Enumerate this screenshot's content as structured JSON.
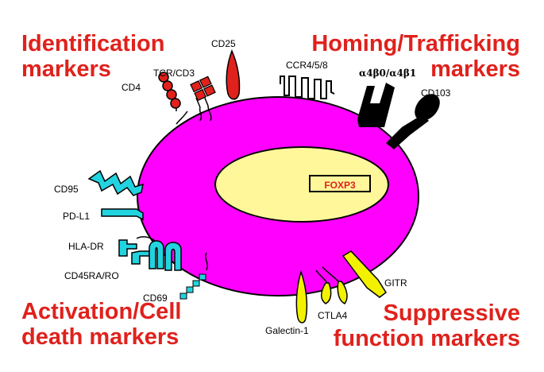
{
  "headings": {
    "identification": [
      "Identification",
      "markers"
    ],
    "homing": [
      "Homing/Trafficking",
      "markers"
    ],
    "activation": [
      "Activation/Cell",
      "death markers"
    ],
    "suppressive": [
      "Suppressive",
      "function markers"
    ]
  },
  "labels": {
    "cd4": "CD4",
    "tcr_cd3": "TCR/CD3",
    "cd25": "CD25",
    "ccr": "CCR4/5/8",
    "integrin": "α4β0/α4β1",
    "cd103": "CD103",
    "cd95": "CD95",
    "pdl1": "PD-L1",
    "hladr": "HLA-DR",
    "cd45": "CD45RA/RO",
    "cd69": "CD69",
    "galectin": "Galectin-1",
    "ctla4": "CTLA4",
    "gitr": "GITR",
    "foxp3": "FOXP3"
  },
  "colors": {
    "heading": "#e0211c",
    "cell": "#ff00ff",
    "nucleus": "#fff79a",
    "identification_marker": "#e0211c",
    "homing_marker": "#000000",
    "activation_marker": "#22d3e0",
    "suppressive_marker": "#f2f200"
  }
}
